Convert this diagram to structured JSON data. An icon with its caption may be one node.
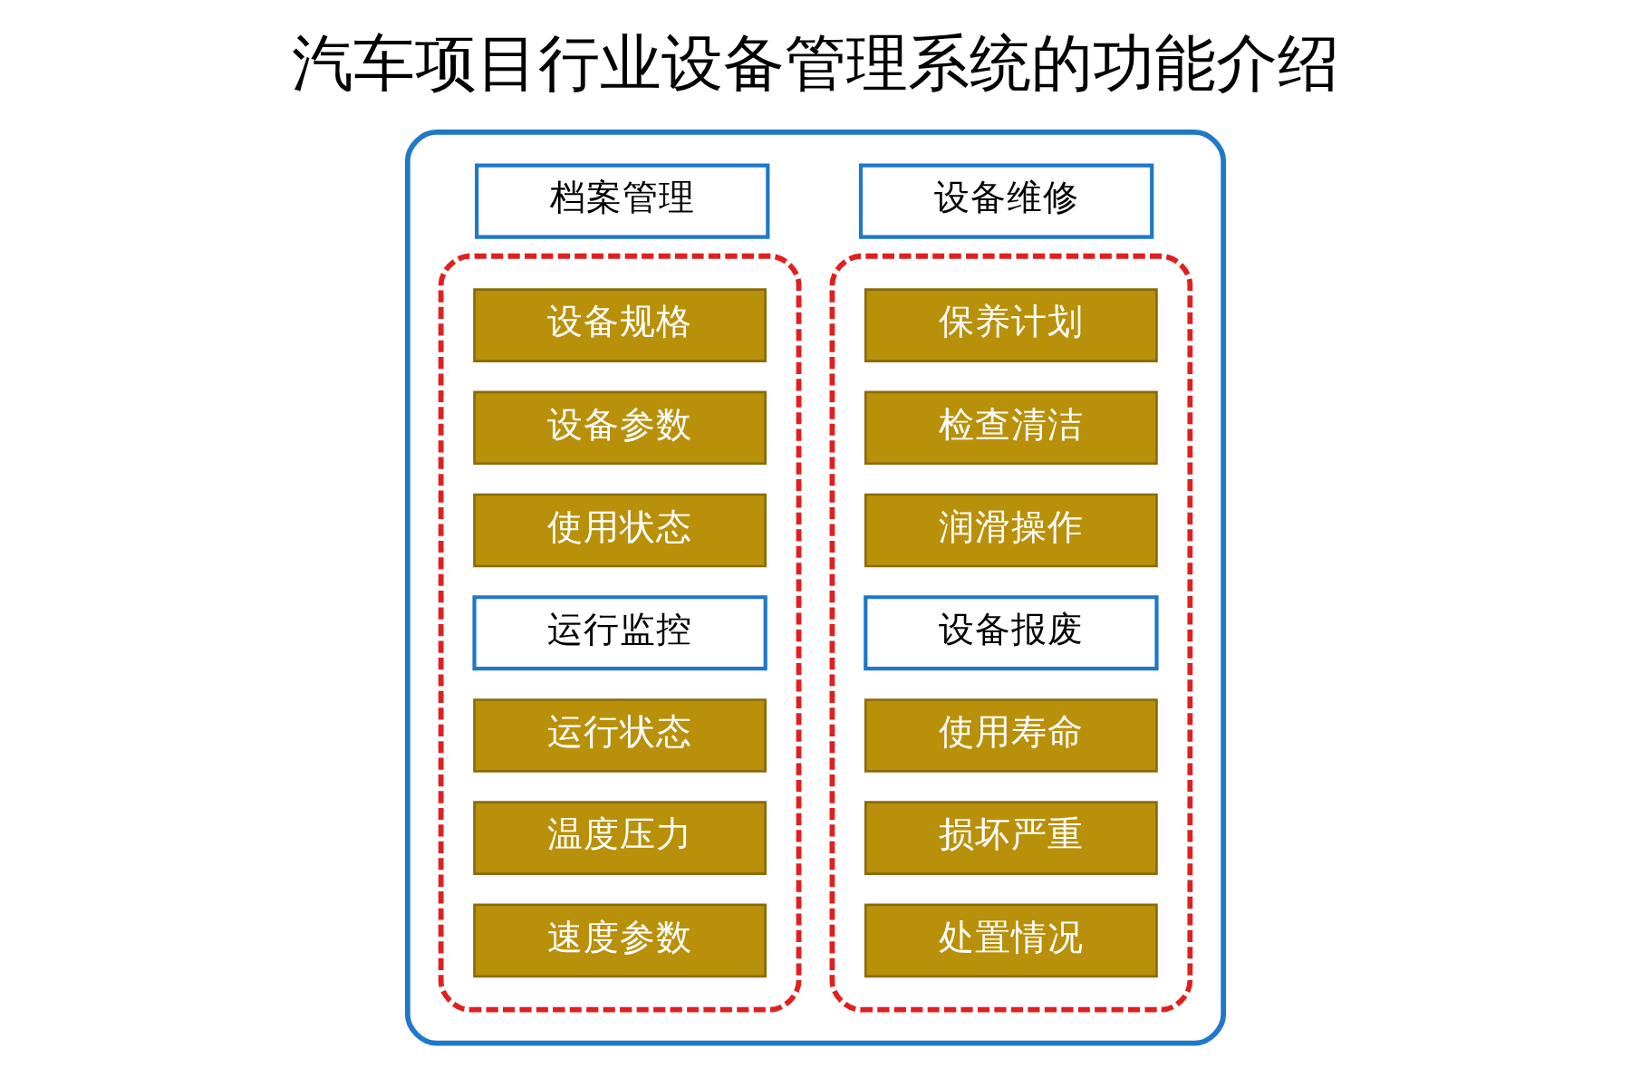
{
  "diagram": {
    "title": "汽车项目行业设备管理系统的功能介绍",
    "nodes": [
      {
        "text": [],
        "shape": "box"
      },
      {
        "text": [
          "档案管理"
        ],
        "in": 0
      },
      {
        "text": [],
        "shape": "box",
        "in": 0
      },
      {
        "text": [
          "设备规格"
        ],
        "in": 2
      },
      {
        "text": [
          "设备参数"
        ],
        "in": 2
      },
      {
        "text": [
          "使用状态"
        ],
        "in": 2
      },
      {
        "text": [
          "运行监控"
        ],
        "in": 2
      },
      {
        "text": [
          "运行状态"
        ],
        "in": 2
      },
      {
        "text": [
          "温度压力"
        ],
        "in": 2
      },
      {
        "text": [
          "速度参数"
        ],
        "in": 2
      },
      {
        "text": [
          "设备维修"
        ],
        "in": 0
      },
      {
        "text": [],
        "shape": "box",
        "in": 0
      },
      {
        "text": [
          "保养计划"
        ],
        "in": 11
      },
      {
        "text": [
          "检查清洁"
        ],
        "in": 11
      },
      {
        "text": [
          "润滑操作"
        ],
        "in": 11
      },
      {
        "text": [
          "设备报废"
        ],
        "in": 11
      },
      {
        "text": [
          "使用寿命"
        ],
        "in": 11
      },
      {
        "text": [
          "损坏严重"
        ],
        "in": 11
      },
      {
        "text": [
          "处置情况"
        ],
        "in": 11
      }
    ],
    "edges": []
  }
}
